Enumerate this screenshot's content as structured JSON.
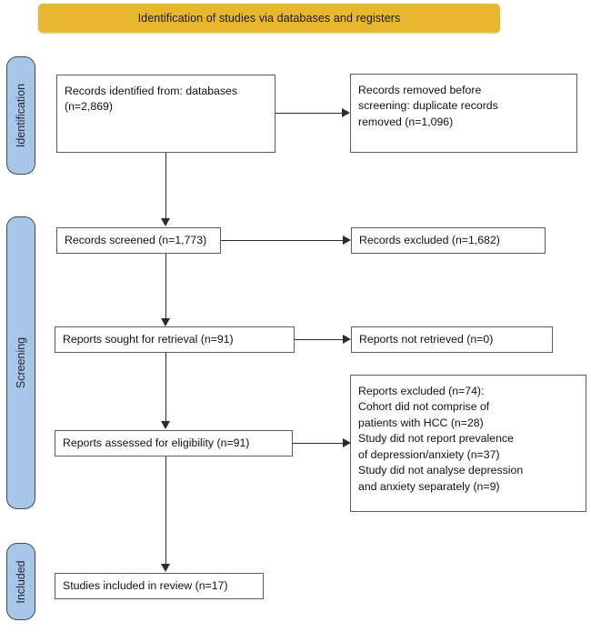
{
  "banner": {
    "title": "Identification of studies via databases and registers",
    "color": "#e8b730"
  },
  "phases": [
    {
      "id": "identification",
      "label": "Identification",
      "color": "#a8c6e8"
    },
    {
      "id": "screening",
      "label": "Screening",
      "color": "#a8c6e8"
    },
    {
      "id": "included",
      "label": "Included",
      "color": "#a8c6e8"
    }
  ],
  "boxes": {
    "records_identified": "Records identified from: databases\n   (n=2,869)",
    "records_removed": "Records removed before\n   screening: duplicate records\n   removed (n=1,096)",
    "records_screened": "Records screened (n=1,773)",
    "records_excluded": "Records excluded (n=1,682)",
    "reports_sought": "Reports sought for retrieval (n=91)",
    "reports_not_retrieved": "Reports not retrieved (n=0)",
    "reports_assessed": "Reports assessed for eligibility (n=91)",
    "reports_excluded": "Reports excluded (n=74):\n   Cohort did not comprise of\n      patients with HCC (n=28)\n   Study did not report prevalence\n      of depression/anxiety (n=37)\n   Study did not analyse depression\n      and anxiety separately (n=9)",
    "studies_included": "Studies included in review (n=17)"
  },
  "chart_data": {
    "type": "diagram",
    "title": "Identification of studies via databases and registers",
    "nodes": [
      {
        "id": "records_identified",
        "phase": "Identification",
        "label": "Records identified from: databases",
        "n": 2869
      },
      {
        "id": "records_removed",
        "phase": "Identification",
        "label": "Records removed before screening: duplicate records removed",
        "n": 1096
      },
      {
        "id": "records_screened",
        "phase": "Screening",
        "label": "Records screened",
        "n": 1773
      },
      {
        "id": "records_excluded",
        "phase": "Screening",
        "label": "Records excluded",
        "n": 1682
      },
      {
        "id": "reports_sought",
        "phase": "Screening",
        "label": "Reports sought for retrieval",
        "n": 91
      },
      {
        "id": "reports_not_retrieved",
        "phase": "Screening",
        "label": "Reports not retrieved",
        "n": 0
      },
      {
        "id": "reports_assessed",
        "phase": "Screening",
        "label": "Reports assessed for eligibility",
        "n": 91
      },
      {
        "id": "reports_excluded",
        "phase": "Screening",
        "label": "Reports excluded",
        "n": 74,
        "reasons": [
          {
            "reason": "Cohort did not comprise of patients with HCC",
            "n": 28
          },
          {
            "reason": "Study did not report prevalence of depression/anxiety",
            "n": 37
          },
          {
            "reason": "Study did not analyse depression and anxiety separately",
            "n": 9
          }
        ]
      },
      {
        "id": "studies_included",
        "phase": "Included",
        "label": "Studies included in review",
        "n": 17
      }
    ],
    "edges": [
      {
        "from": "records_identified",
        "to": "records_removed"
      },
      {
        "from": "records_identified",
        "to": "records_screened"
      },
      {
        "from": "records_screened",
        "to": "records_excluded"
      },
      {
        "from": "records_screened",
        "to": "reports_sought"
      },
      {
        "from": "reports_sought",
        "to": "reports_not_retrieved"
      },
      {
        "from": "reports_sought",
        "to": "reports_assessed"
      },
      {
        "from": "reports_assessed",
        "to": "reports_excluded"
      },
      {
        "from": "reports_assessed",
        "to": "studies_included"
      }
    ]
  }
}
